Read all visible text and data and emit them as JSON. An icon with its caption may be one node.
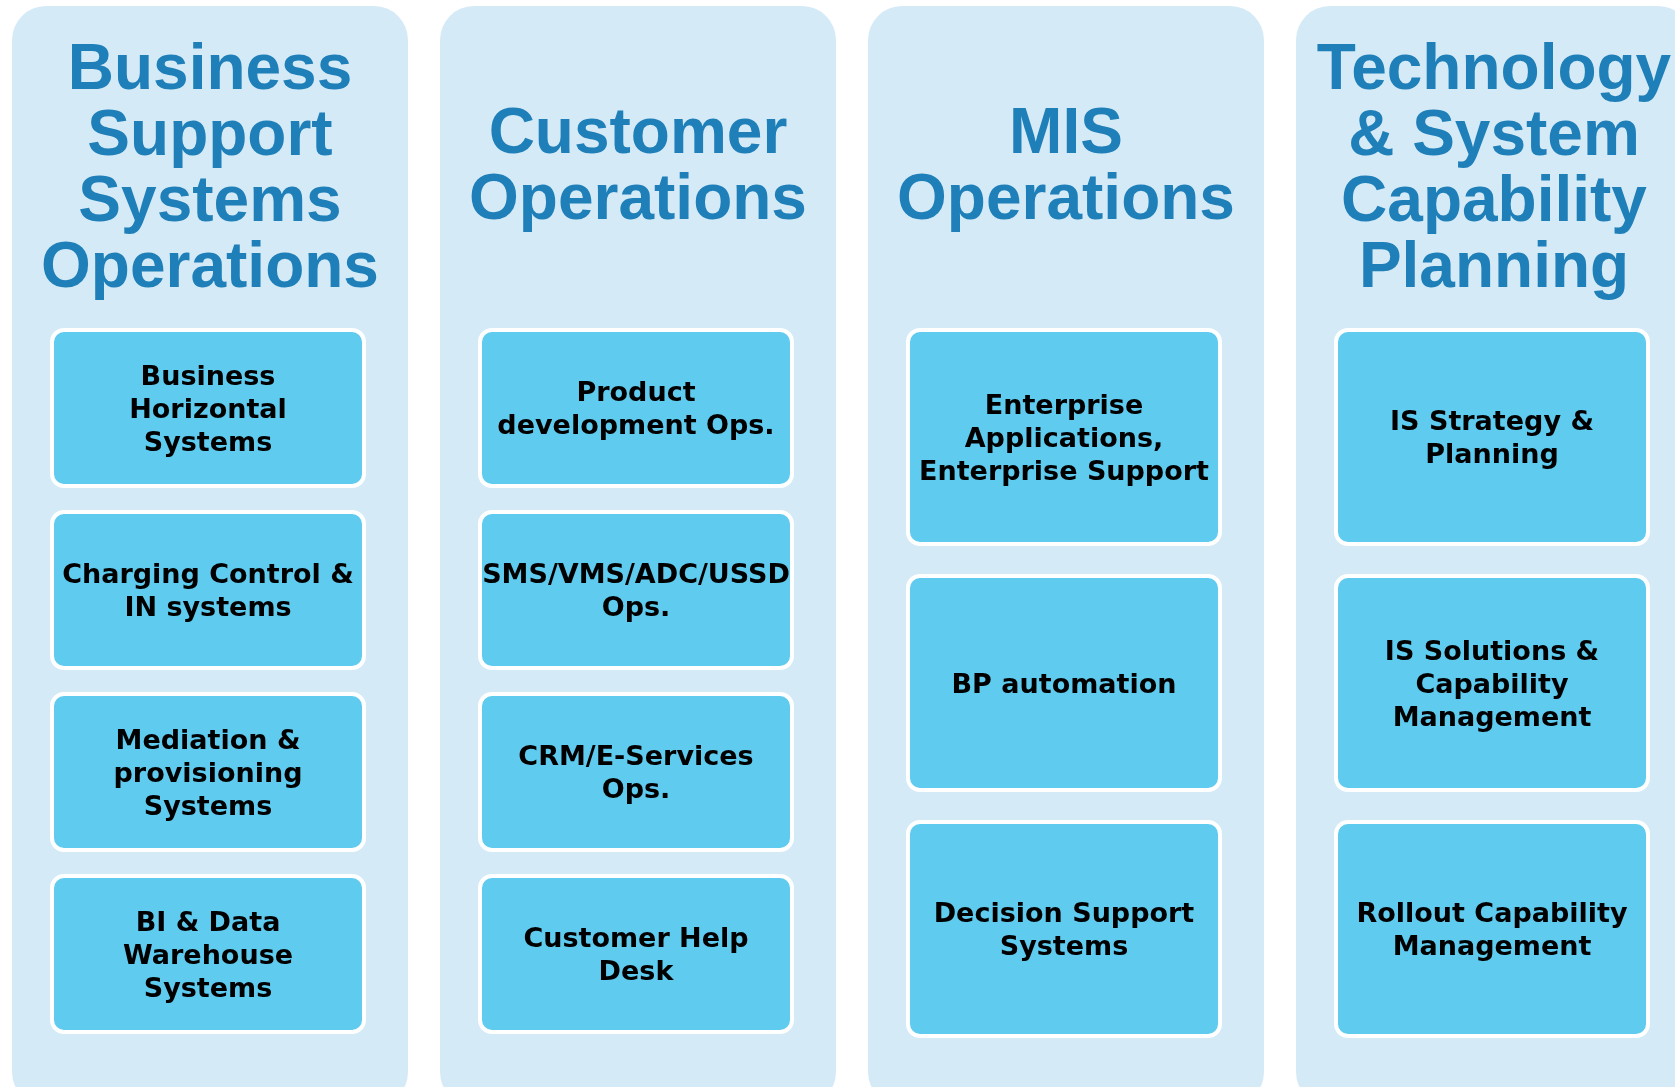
{
  "diagram": {
    "nodes": [
      {
        "text": [
          "Business Support Systems Operations"
        ]
      },
      {
        "text": [
          "Business Horizontal Systems"
        ],
        "in": 0
      },
      {
        "text": [
          "Charging Control & IN systems"
        ],
        "in": 0
      },
      {
        "text": [
          "Mediation & provisioning Systems"
        ],
        "in": 0
      },
      {
        "text": [
          "BI & Data Warehouse Systems"
        ],
        "in": 0
      },
      {
        "text": [
          "Customer Operations"
        ]
      },
      {
        "text": [
          "Product development Ops."
        ],
        "in": 5
      },
      {
        "text": [
          "SMS/VMS/ADC/USSD Ops."
        ],
        "in": 5
      },
      {
        "text": [
          "CRM/E-Services Ops."
        ],
        "in": 5
      },
      {
        "text": [
          "Customer Help Desk"
        ],
        "in": 5
      },
      {
        "text": [
          "MIS Operations"
        ]
      },
      {
        "text": [
          "Enterprise Applications, Enterprise Support"
        ],
        "in": 10
      },
      {
        "text": [
          "BP automation"
        ],
        "in": 10
      },
      {
        "text": [
          "Decision Support Systems"
        ],
        "in": 10
      },
      {
        "text": [
          "Technology & System Capability Planning"
        ]
      },
      {
        "text": [
          "IS Strategy & Planning"
        ],
        "in": 14
      },
      {
        "text": [
          "IS Solutions & Capability Management"
        ],
        "in": 14
      },
      {
        "text": [
          "Rollout Capability Management"
        ],
        "in": 14
      }
    ]
  }
}
